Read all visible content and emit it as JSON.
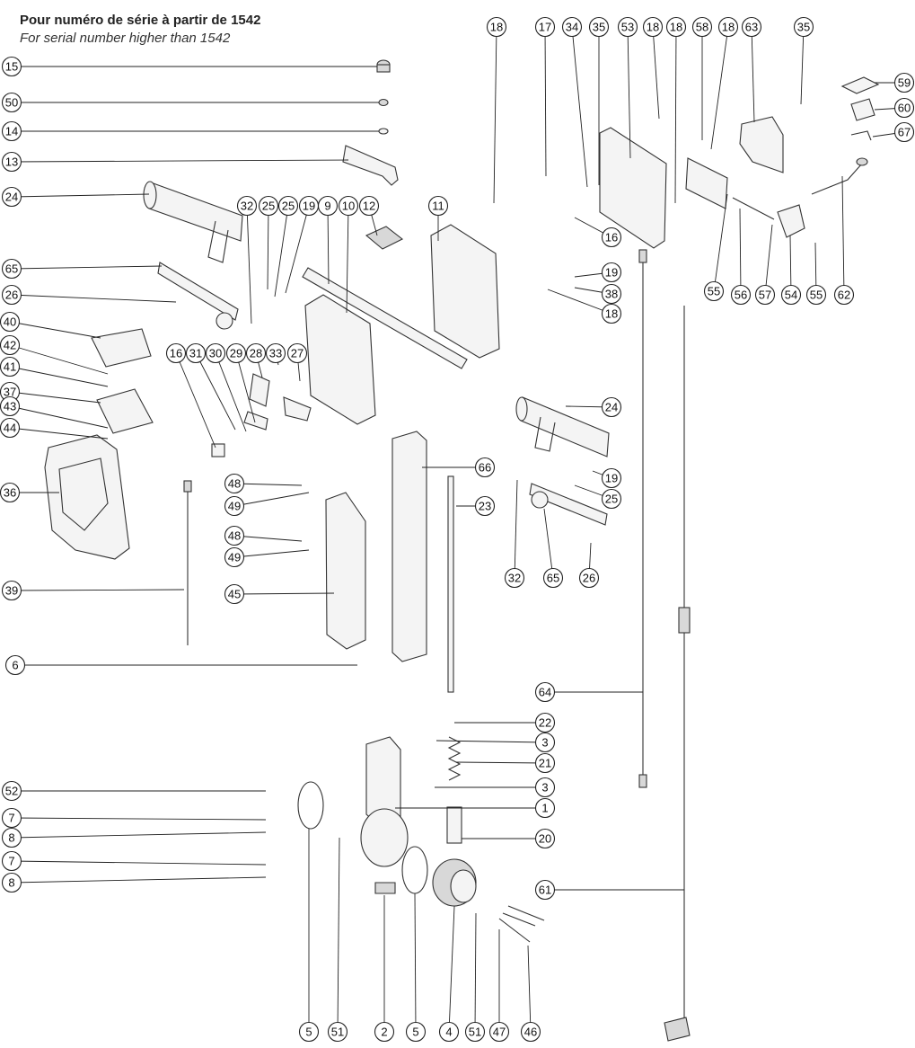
{
  "header": {
    "title": "Pour numéro de série à partir de 1542",
    "subtitle": "For serial number higher than 1542"
  },
  "callouts": [
    "15",
    "50",
    "14",
    "13",
    "24",
    "65",
    "26",
    "40",
    "42",
    "41",
    "37",
    "43",
    "44",
    "36",
    "39",
    "6",
    "52",
    "7",
    "8",
    "7",
    "8",
    "18",
    "17",
    "34",
    "35",
    "53",
    "18",
    "18",
    "58",
    "18",
    "63",
    "35",
    "59",
    "60",
    "67",
    "62",
    "55",
    "56",
    "57",
    "54",
    "55",
    "32",
    "25",
    "25",
    "19",
    "9",
    "10",
    "12",
    "11",
    "16",
    "19",
    "38",
    "18",
    "16",
    "31",
    "30",
    "29",
    "28",
    "33",
    "27",
    "48",
    "49",
    "48",
    "49",
    "45",
    "66",
    "23",
    "24",
    "19",
    "25",
    "32",
    "65",
    "26",
    "64",
    "22",
    "3",
    "21",
    "3",
    "1",
    "20",
    "61",
    "5",
    "51",
    "2",
    "5",
    "4",
    "51",
    "47",
    "46"
  ]
}
